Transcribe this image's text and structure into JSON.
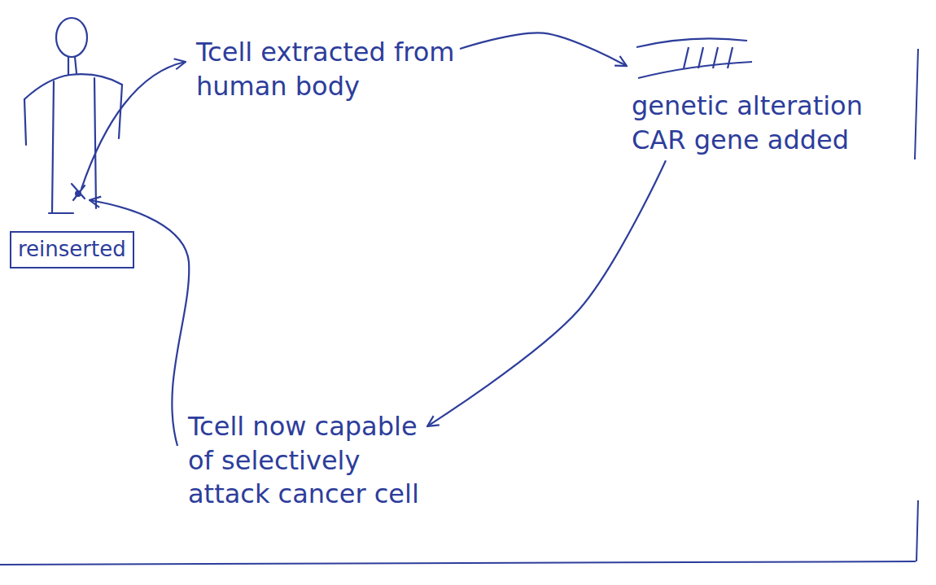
{
  "diagram": {
    "nodes": [
      {
        "text": [
          "Tcell extracted from human body"
        ]
      },
      {
        "text": [
          "genetic alteration CAR gene added"
        ]
      },
      {
        "text": [
          "Tcell now capable of selectively attack cancer cell"
        ]
      }
    ],
    "edges": [
      {
        "from": 0,
        "to": 1,
        "arrow": "to"
      },
      {
        "from": 1,
        "to": 2,
        "arrow": "to"
      }
    ],
    "labels": [
      "reinserted"
    ]
  }
}
